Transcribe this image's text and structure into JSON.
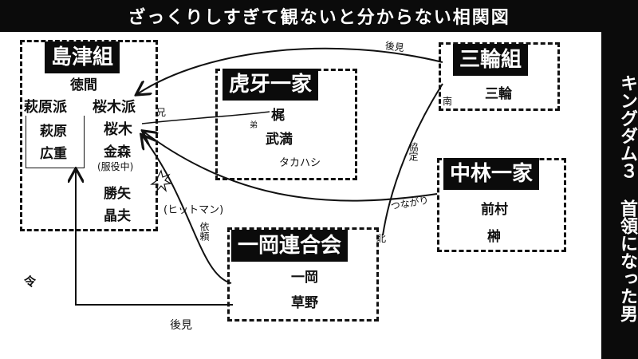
{
  "title": "ざっくりしすぎて観ないと分からない相関図",
  "side_title": "キングダム３ 首領になった男",
  "groups": {
    "shimazu": {
      "name": "島津組",
      "boss": "徳間",
      "factions": [
        "萩原派",
        "桜木派"
      ],
      "hagiwara_members": [
        "萩原",
        "広重"
      ],
      "sakuragi_members": [
        "桜木",
        "金森",
        "(服役中)",
        "勝矢",
        "晶夫"
      ]
    },
    "koga": {
      "name": "虎牙一家",
      "members": [
        "梶",
        "武満",
        "タカハシ"
      ]
    },
    "miwa": {
      "name": "三輪組",
      "members": [
        "三輪"
      ]
    },
    "nakabayashi": {
      "name": "中林一家",
      "members": [
        "前村",
        "榊"
      ]
    },
    "ichioka": {
      "name": "一岡連合会",
      "members": [
        "一岡",
        "草野"
      ]
    }
  },
  "relations": {
    "kouken1": "後見",
    "kouken2": "後見",
    "ani": "兄",
    "otouto": "弟",
    "minami": "南",
    "kita": "北",
    "kyoutei": "協定",
    "tsunagari": "つながり",
    "irai": "依頼",
    "hitman": "(ヒットマン)",
    "rei": "令"
  }
}
